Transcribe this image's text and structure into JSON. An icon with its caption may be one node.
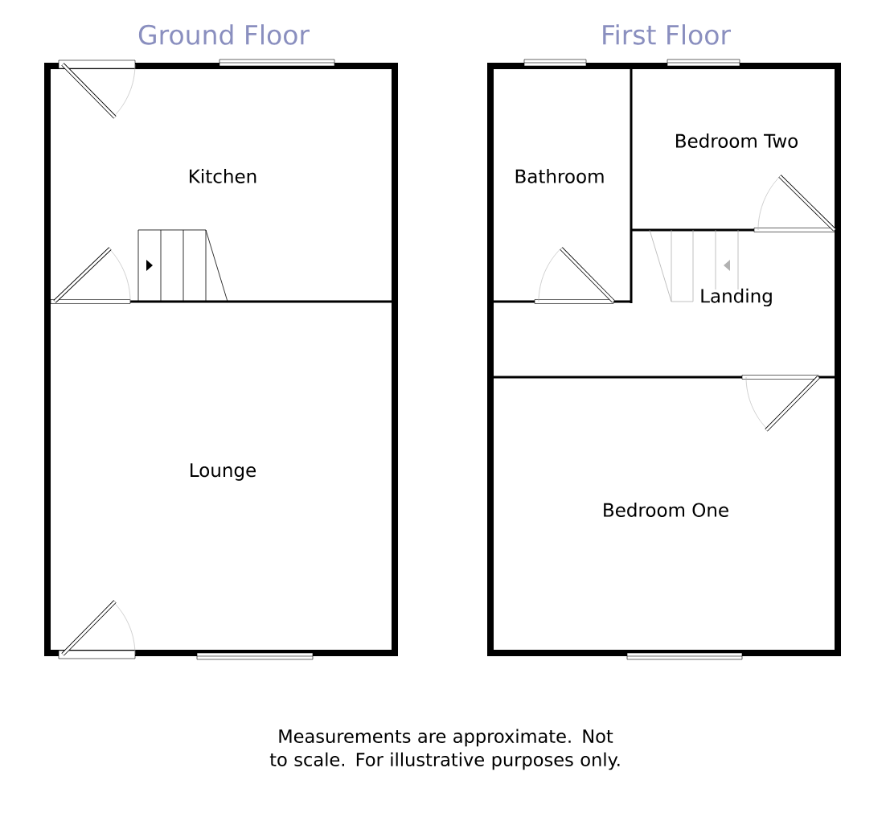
{
  "diagram": {
    "nodes": [
      {
        "text": [
          "Ground Floor"
        ]
      },
      {
        "text": [
          "Kitchen"
        ],
        "in": 0
      },
      {
        "text": [
          "Lounge"
        ],
        "in": 0
      },
      {
        "text": [
          "First Floor"
        ]
      },
      {
        "text": [
          "Bathroom"
        ],
        "in": 3
      },
      {
        "text": [
          "Bedroom Two"
        ],
        "in": 3
      },
      {
        "text": [
          "Landing"
        ],
        "in": 3
      },
      {
        "text": [
          "Bedroom One"
        ],
        "in": 3
      }
    ],
    "caption": "Measurements are approximate. Not to scale. For illustrative purposes only."
  }
}
